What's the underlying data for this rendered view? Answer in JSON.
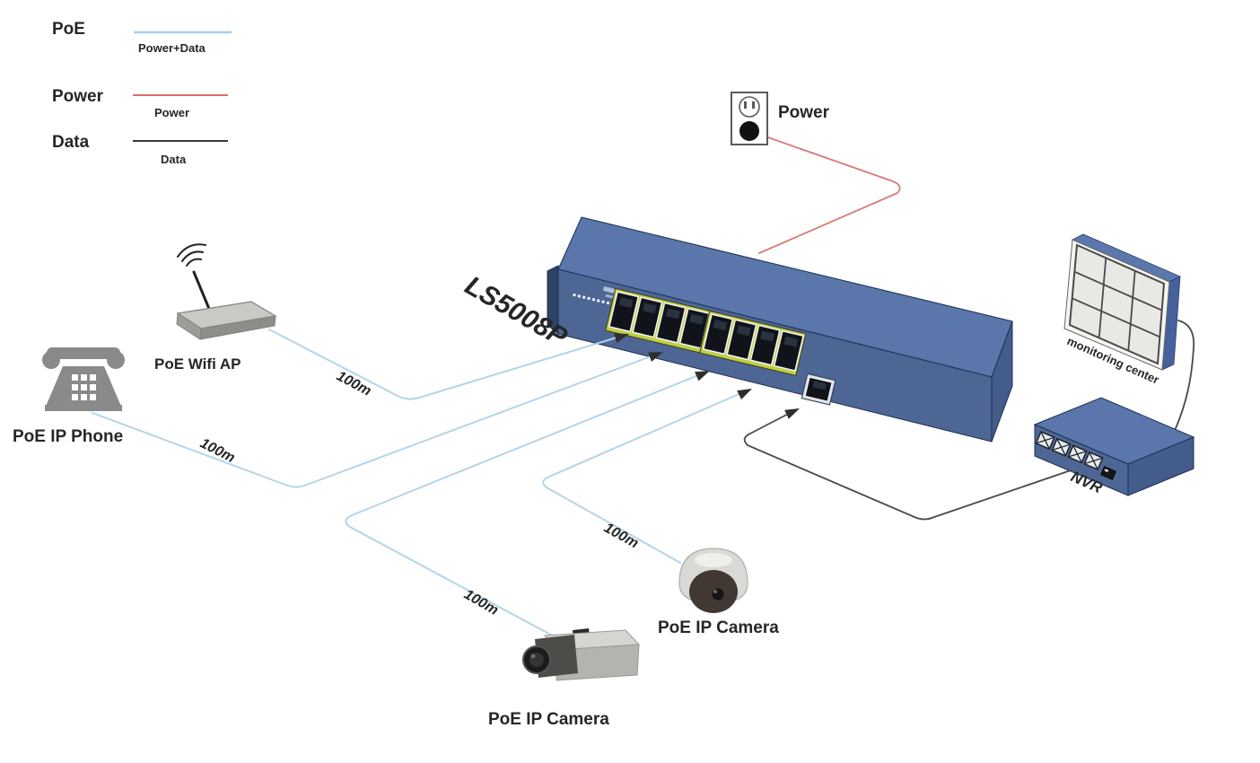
{
  "legend": {
    "items": [
      {
        "key": "PoE",
        "line_label": "Power+Data",
        "line_color": "#a9cfe6"
      },
      {
        "key": "Power",
        "line_label": "Power",
        "line_color": "#d97070"
      },
      {
        "key": "Data",
        "line_label": "Data",
        "line_color": "#3a3a3a"
      }
    ]
  },
  "devices": {
    "power_outlet": {
      "label": "Power"
    },
    "switch": {
      "model": "LS5008P"
    },
    "wifi_ap": {
      "label": "PoE Wifi AP"
    },
    "ip_phone": {
      "label": "PoE IP Phone"
    },
    "dome_camera": {
      "label": "PoE IP Camera"
    },
    "box_camera": {
      "label": "PoE IP Camera"
    },
    "nvr": {
      "label": "NVR"
    },
    "monitoring_center": {
      "label": "monitoring center"
    }
  },
  "connections": {
    "poe": [
      {
        "from": "switch",
        "to": "wifi_ap",
        "label": "100m"
      },
      {
        "from": "switch",
        "to": "ip_phone",
        "label": "100m"
      },
      {
        "from": "switch",
        "to": "box_camera",
        "label": "100m"
      },
      {
        "from": "switch",
        "to": "dome_camera",
        "label": "100m"
      }
    ],
    "power": [
      {
        "from": "power_outlet",
        "to": "switch"
      }
    ],
    "data": [
      {
        "from": "switch",
        "to": "nvr"
      },
      {
        "from": "nvr",
        "to": "monitoring_center"
      }
    ]
  },
  "colors": {
    "poe_cable": "#b5d4e6",
    "power_cable": "#d97070",
    "data_cable": "#3a3a3a",
    "chassis_blue": "#54709f",
    "port_bezel": "#c2ce44"
  }
}
